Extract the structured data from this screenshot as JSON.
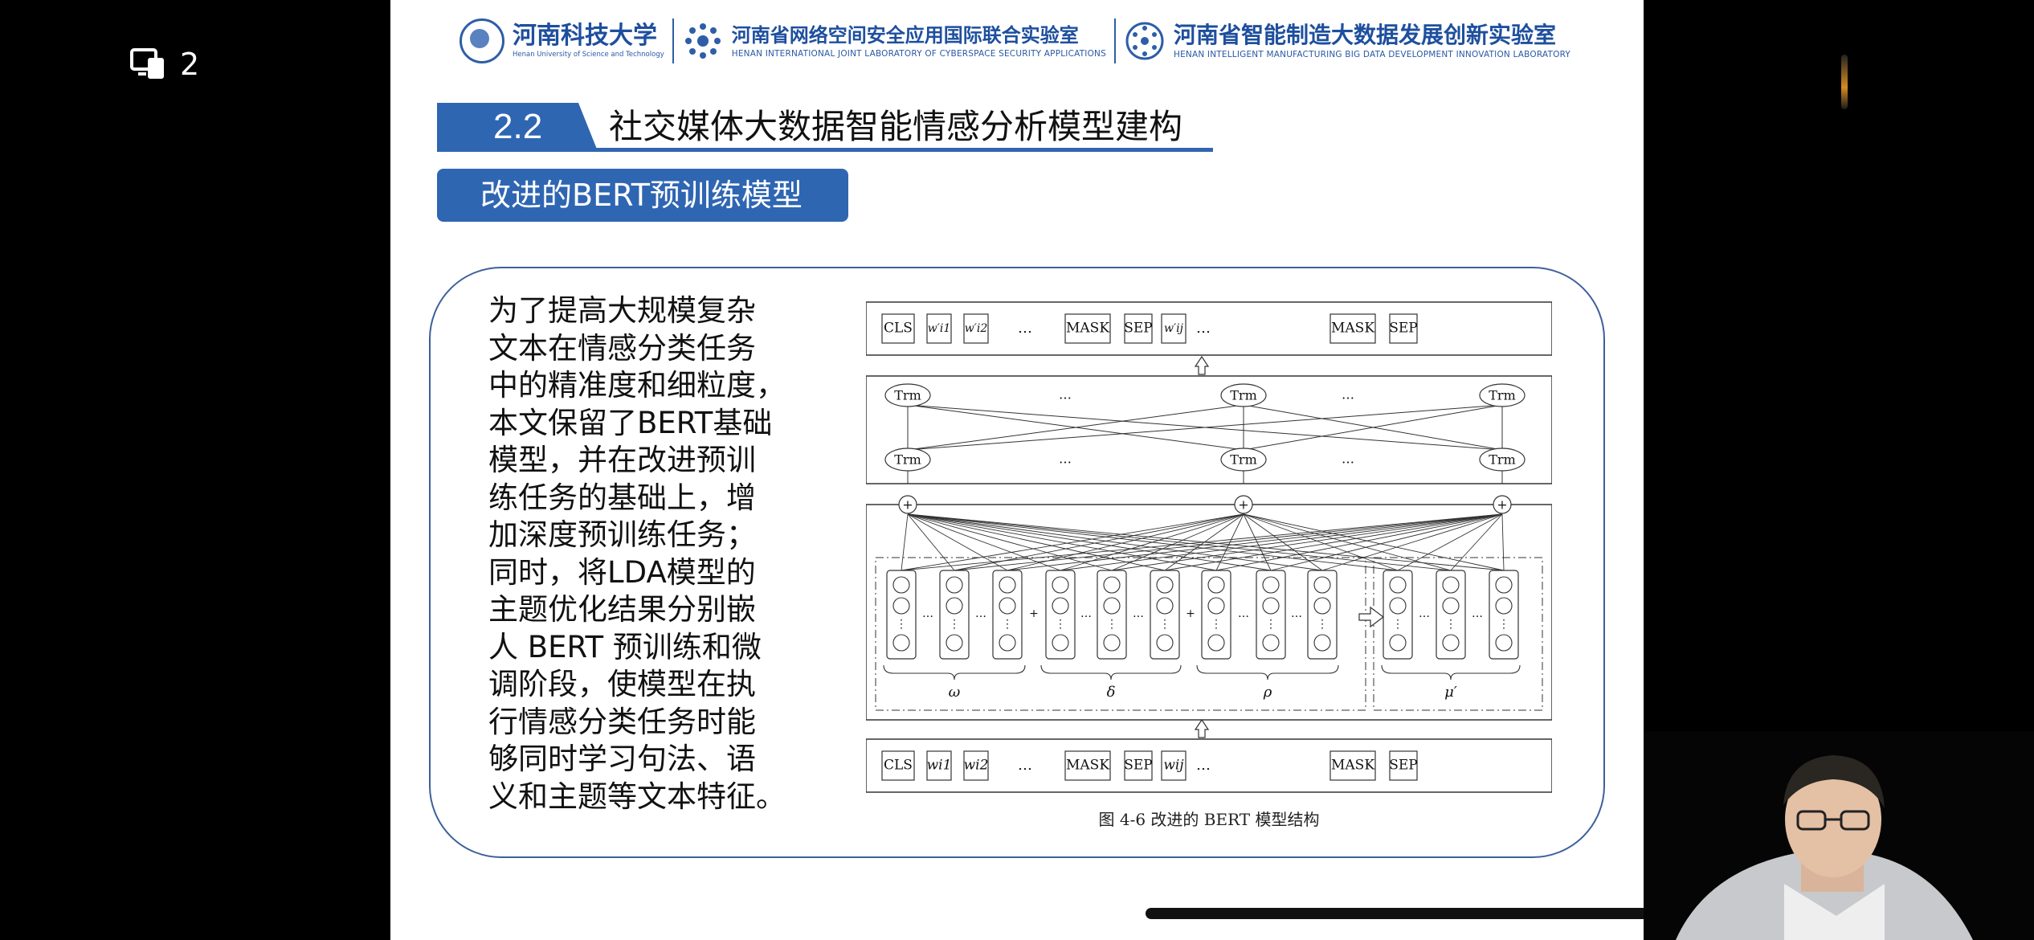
{
  "counter": {
    "value": "2"
  },
  "header": {
    "university_cn": "河南科技大学",
    "university_en": "Henan University of Science and Technology",
    "lab1_cn": "河南省网络空间安全应用国际联合实验室",
    "lab1_en": "HENAN INTERNATIONAL JOINT LABORATORY OF CYBERSPACE SECURITY APPLICATIONS",
    "lab2_cn": "河南省智能制造大数据发展创新实验室",
    "lab2_en": "HENAN INTELLIGENT MANUFACTURING BIG DATA DEVELOPMENT INNOVATION LABORATORY"
  },
  "section": {
    "number": "2.2",
    "title": "社交媒体大数据智能情感分析模型建构"
  },
  "subtitle": "改进的BERT预训练模型",
  "paragraph_lines": [
    "为了提高大规模复杂",
    "文本在情感分类任务",
    "中的精准度和细粒度，",
    "本文保留了BERT基础",
    "模型，并在改进预训",
    "练任务的基础上，增",
    "加深度预训练任务；",
    "同时，将LDA模型的",
    "主题优化结果分别嵌",
    "人 BERT 预训练和微",
    "调阶段，使模型在执",
    "行情感分类任务时能",
    "够同时学习句法、语",
    "义和主题等文本特征。"
  ],
  "figure": {
    "caption": "图 4-6   改进的 BERT 模型结构",
    "top_tokens": [
      "CLS",
      "w′i1",
      "w′i2",
      "…",
      "MASK",
      "SEP",
      "w′ij",
      "…",
      "MASK",
      "SEP"
    ],
    "bottom_tokens": [
      "CLS",
      "wi1",
      "wi2",
      "…",
      "MASK",
      "SEP",
      "wij",
      "…",
      "MASK",
      "SEP"
    ],
    "trm_label": "Trm",
    "ellipsis": "…",
    "plus": "+",
    "group_labels": [
      "ω",
      "δ",
      "ρ",
      "μ′"
    ]
  },
  "colors": {
    "accent": "#2f66b2",
    "frame": "#3d5f9b",
    "background": "#000000"
  },
  "icons": {
    "counter": "devices-icon"
  }
}
